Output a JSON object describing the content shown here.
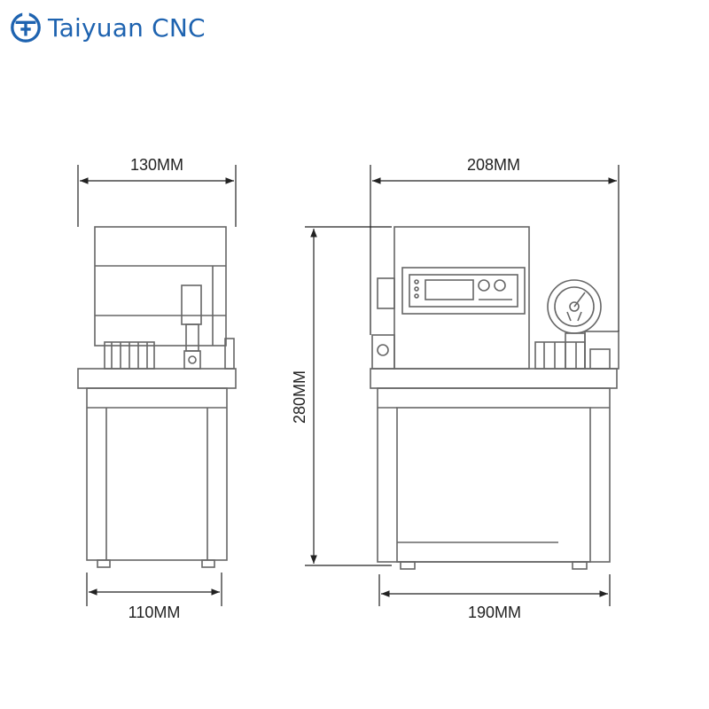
{
  "brand": {
    "name": "Taiyuan CNC",
    "color": "#1e63b0"
  },
  "dimensions": {
    "front_top_width": "130MM",
    "front_bottom_width": "110MM",
    "side_top_width": "208MM",
    "side_bottom_width": "190MM",
    "height": "280MM"
  },
  "colors": {
    "line": "#555555",
    "dim_line": "#222222"
  }
}
